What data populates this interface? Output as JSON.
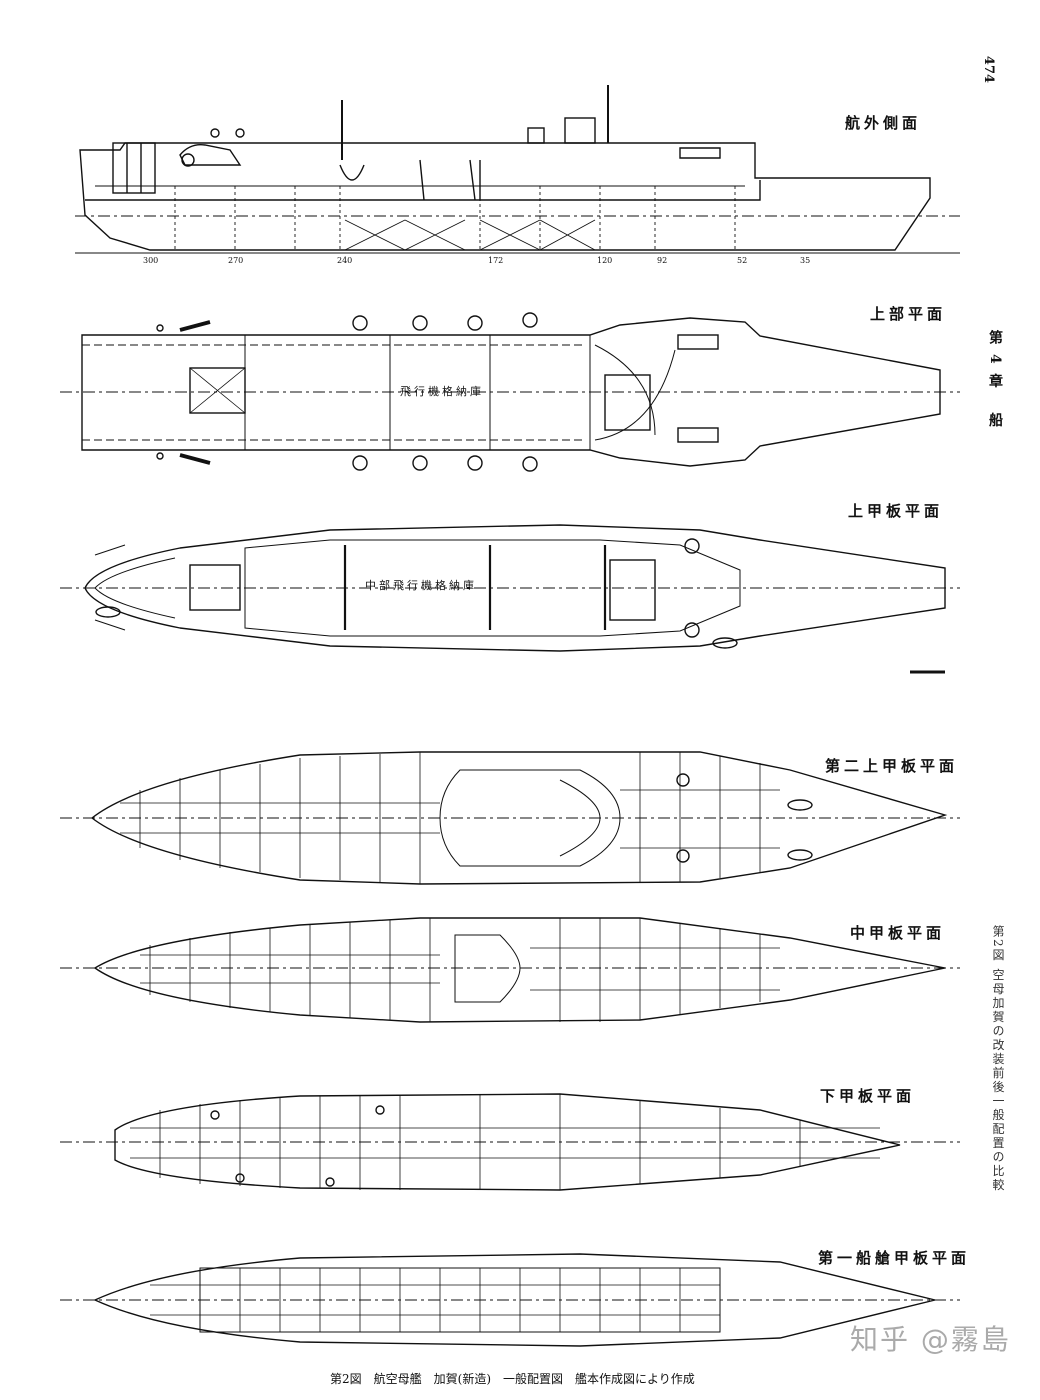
{
  "page_number": "474",
  "side_title": "第4章 船",
  "side_note": "第2図 空母加賀の改装前後一般配置の比較",
  "views": [
    {
      "id": "outboard-profile",
      "label": "航外側面"
    },
    {
      "id": "upper-plan",
      "label": "上部平面"
    },
    {
      "id": "upper-deck",
      "label": "上甲板平面"
    },
    {
      "id": "second-upper-deck",
      "label": "第二上甲板平面"
    },
    {
      "id": "middle-deck",
      "label": "中甲板平面"
    },
    {
      "id": "lower-deck",
      "label": "下甲板平面"
    },
    {
      "id": "first-platform",
      "label": "第一船艙甲板平面"
    }
  ],
  "frame_numbers": [
    "300",
    "270",
    "240",
    "172",
    "120",
    "92",
    "52",
    "35"
  ],
  "flight_deck_text": "飛行機格納庫",
  "upper_deck_text": "中部飛行機格納庫",
  "caption": "第2図　航空母艦　加賀(新造)　一般配置図　艦本作成図により作成",
  "watermark": "知乎 @霧島"
}
